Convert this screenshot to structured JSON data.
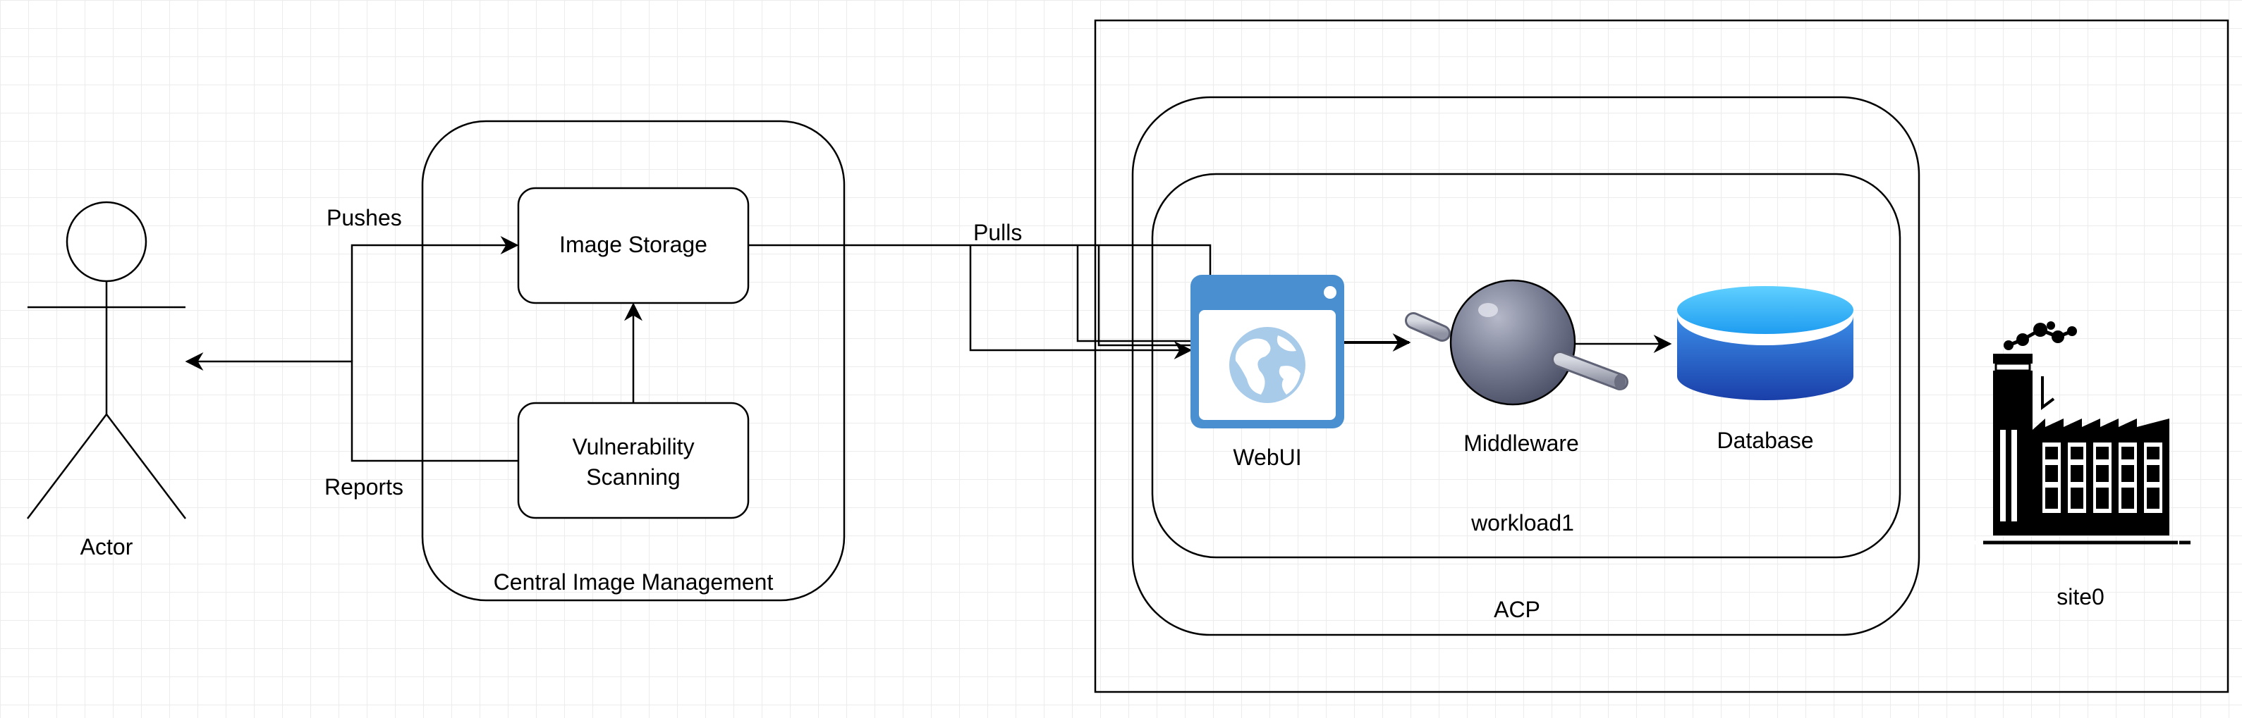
{
  "actor": {
    "label": "Actor"
  },
  "central": {
    "title": "Central Image Management",
    "image_storage": "Image Storage",
    "vuln_line1": "Vulnerability",
    "vuln_line2": "Scanning"
  },
  "edges": {
    "pushes": "Pushes",
    "reports": "Reports",
    "pulls": "Pulls"
  },
  "acp": {
    "label": "ACP",
    "workload": {
      "label": "workload1",
      "webui": "WebUI",
      "middleware": "Middleware",
      "database": "Database"
    }
  },
  "site": {
    "label": "site0"
  },
  "colors": {
    "webui_blue": "#4a90d0",
    "middleware_gray": "#6e7387",
    "database_blue": "#2a6fd6"
  }
}
